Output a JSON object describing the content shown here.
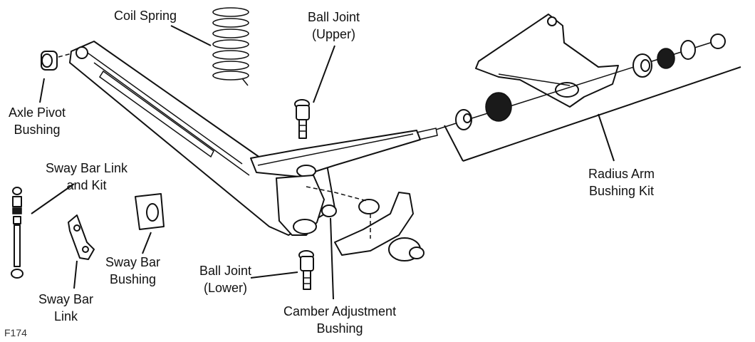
{
  "labels": {
    "coil_spring": "Coil Spring",
    "ball_joint_upper": [
      "Ball Joint",
      "(Upper)"
    ],
    "axle_pivot_bushing": [
      "Axle Pivot",
      "Bushing"
    ],
    "radius_arm_bushing_kit": [
      "Radius Arm",
      "Bushing Kit"
    ],
    "sway_bar_link_and_kit": [
      "Sway Bar Link",
      "and Kit"
    ],
    "sway_bar_bushing": [
      "Sway Bar",
      "Bushing"
    ],
    "sway_bar_link": [
      "Sway Bar",
      "Link"
    ],
    "ball_joint_lower": [
      "Ball Joint",
      "(Lower)"
    ],
    "camber_adjustment_bushing": [
      "Camber Adjustment",
      "Bushing"
    ]
  },
  "figure_id": "F174"
}
